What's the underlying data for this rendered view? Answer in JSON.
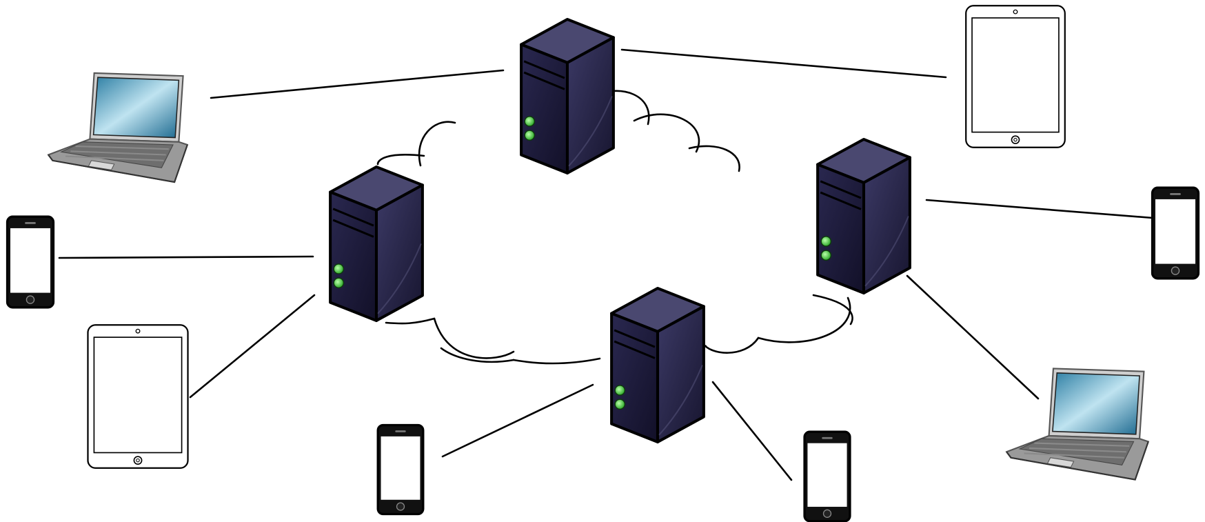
{
  "diagram": {
    "type": "network-topology",
    "cloud": {
      "icon": "cloud-icon"
    },
    "servers": [
      {
        "id": "server-top",
        "icon": "server-icon"
      },
      {
        "id": "server-left",
        "icon": "server-icon"
      },
      {
        "id": "server-right",
        "icon": "server-icon"
      },
      {
        "id": "server-bottom",
        "icon": "server-icon"
      }
    ],
    "devices": [
      {
        "id": "laptop-top-left",
        "icon": "laptop-icon",
        "connected_to": "server-top"
      },
      {
        "id": "tablet-top-right",
        "icon": "tablet-icon",
        "connected_to": "server-top"
      },
      {
        "id": "phone-left",
        "icon": "phone-icon",
        "connected_to": "server-left"
      },
      {
        "id": "tablet-bottom-left",
        "icon": "tablet-icon",
        "connected_to": "server-left"
      },
      {
        "id": "phone-right",
        "icon": "phone-icon",
        "connected_to": "server-right"
      },
      {
        "id": "laptop-bottom-right",
        "icon": "laptop-icon",
        "connected_to": "server-right"
      },
      {
        "id": "phone-bottom-left",
        "icon": "phone-icon",
        "connected_to": "server-bottom"
      },
      {
        "id": "phone-bottom-right",
        "icon": "phone-icon",
        "connected_to": "server-bottom"
      }
    ],
    "colors": {
      "server_body": "#1e1c40",
      "server_top": "#46446a",
      "server_led": "#4cd040",
      "laptop_screen": "#5aa8c8",
      "laptop_body": "#8a8a8a",
      "outline": "#000000"
    }
  }
}
